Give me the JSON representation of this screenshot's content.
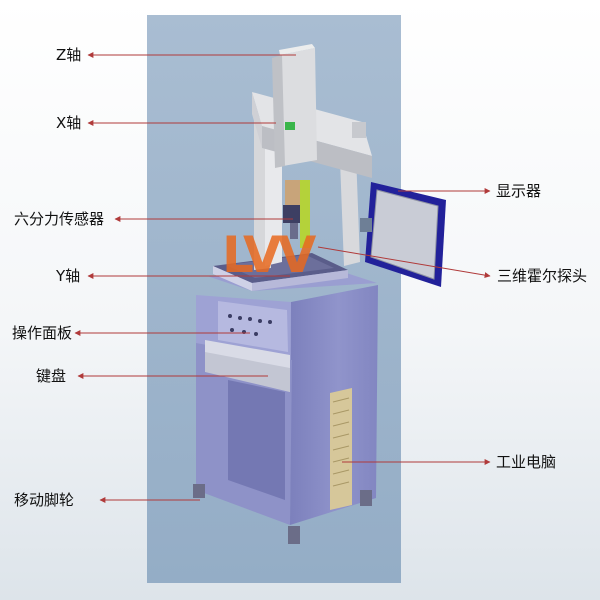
{
  "colors": {
    "panel": "#9fb6cd",
    "cabinet": "#8c8fc6",
    "frame": "#dedfe2",
    "monitor_frame": "#22219a",
    "arrow": "#b03a3a",
    "watermark": "#e8691f"
  },
  "watermark": "LVV",
  "labels": {
    "z_axis": "Z轴",
    "x_axis": "X轴",
    "force_sensor": "六分力传感器",
    "y_axis": "Y轴",
    "control_panel": "操作面板",
    "keyboard": "键盘",
    "casters": "移动脚轮",
    "monitor": "显示器",
    "hall_probe": "三维霍尔探头",
    "industrial_pc": "工业电脑"
  }
}
